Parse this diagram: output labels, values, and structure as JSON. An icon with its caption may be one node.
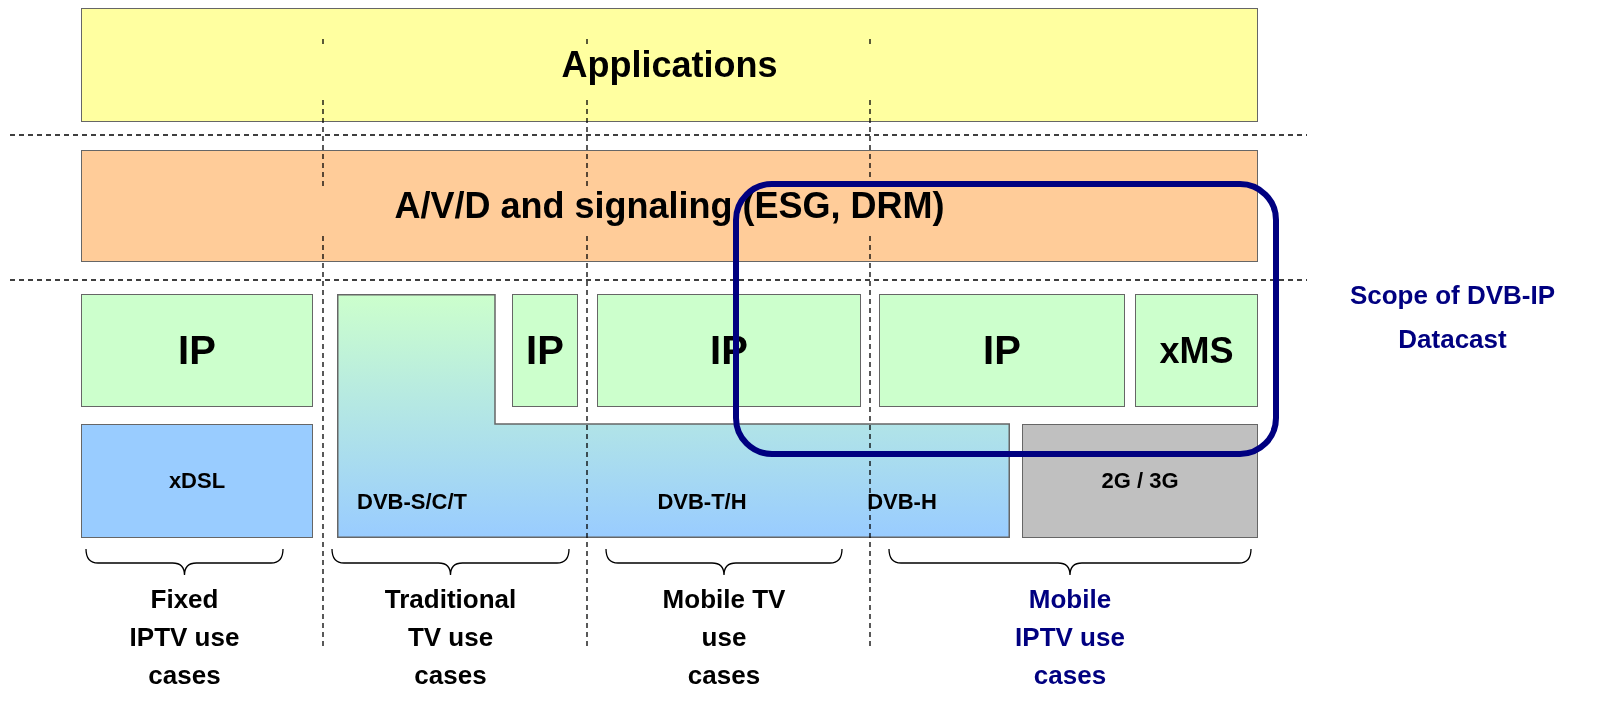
{
  "diagram": {
    "nodes": [
      {
        "text": [
          "Applications"
        ]
      },
      {
        "text": [
          "A/V/D and signaling (ESG, DRM)"
        ]
      },
      {
        "text": [
          "IP"
        ]
      },
      {
        "text": [
          "DVB-S/C/T",
          "DVB-T/H",
          "DVB-H"
        ]
      },
      {
        "text": [
          "IP"
        ]
      },
      {
        "text": [
          "IP"
        ]
      },
      {
        "text": [
          "Scope of DVB-IP Datacast"
        ]
      },
      {
        "text": [
          "IP"
        ],
        "in": 6
      },
      {
        "text": [
          "xMS"
        ],
        "in": 6
      },
      {
        "text": [
          "xDSL"
        ]
      },
      {
        "text": [
          "2G / 3G"
        ]
      }
    ],
    "labels": [
      "Fixed IPTV use cases",
      "Traditional TV use cases",
      "Mobile TV use cases",
      "Mobile IPTV use cases"
    ]
  }
}
